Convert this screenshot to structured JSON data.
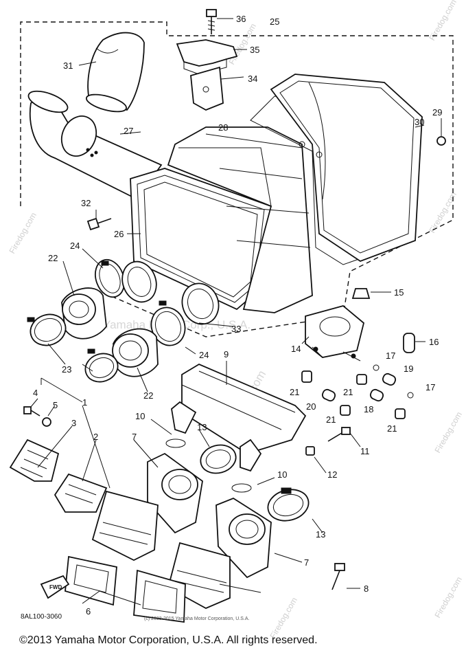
{
  "callouts": [
    "1",
    "2",
    "3",
    "4",
    "5",
    "6",
    "7",
    "7",
    "8",
    "9",
    "10",
    "10",
    "11",
    "12",
    "13",
    "13",
    "14",
    "15",
    "16",
    "17",
    "17",
    "18",
    "19",
    "20",
    "21",
    "21",
    "21",
    "21",
    "22",
    "22",
    "23",
    "24",
    "24",
    "25",
    "26",
    "27",
    "28",
    "29",
    "30",
    "31",
    "32",
    "33",
    "34",
    "35",
    "36"
  ],
  "diagram_code": "8AL100-3060",
  "fwd_label": "FWD",
  "watermark_center": "Yamaha Motor Corp., U.S.A.",
  "watermark_site": "© Firedog.com",
  "watermark_small": "Firedog.com",
  "copyright_small": "(c) 2003-2015 Yamaha Motor Corporation, U.S.A.",
  "copyright_footer": "©2013 Yamaha Motor Corporation, U.S.A. All rights reserved."
}
